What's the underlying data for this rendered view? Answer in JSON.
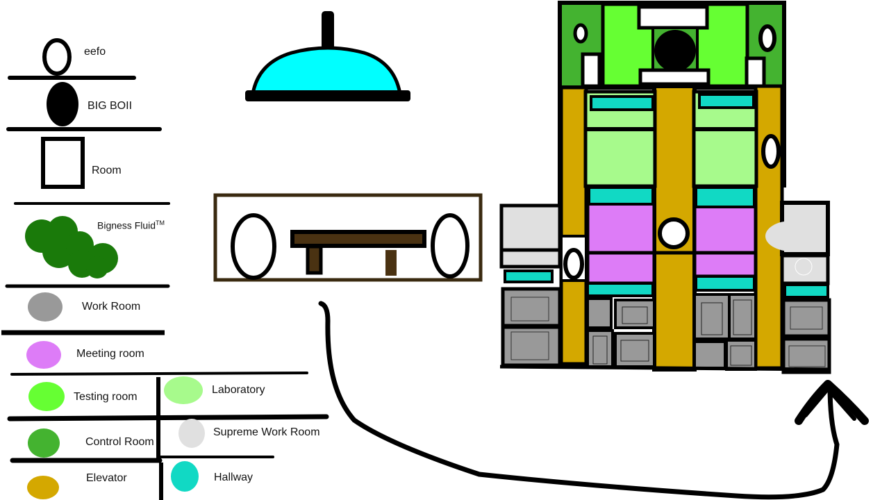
{
  "legend": {
    "eefo": "eefo",
    "big_boii": "BIG BOII",
    "room": "Room",
    "bigness_fluid": "Bigness Fluid",
    "bigness_fluid_tm": "TM",
    "work_room": "Work Room",
    "meeting_room": "Meeting room",
    "testing_room": "Testing room",
    "laboratory": "Laboratory",
    "control_room": "Control Room",
    "supreme_work_room": "Supreme Work Room",
    "elevator": "Elevator",
    "hallway": "Hallway"
  },
  "colors": {
    "bigness_fluid": "#1a7a0a",
    "work_room": "#999999",
    "meeting_room": "#dd7cf7",
    "testing_room": "#66ff33",
    "laboratory": "#a7fa8c",
    "control_room": "#44b330",
    "supreme_work_room": "#e0e0e0",
    "elevator": "#d4a800",
    "hallway": "#11d9c4",
    "dome": "#00ffff",
    "machine_frame": "#3a2a10"
  },
  "icons": {
    "dome": "dome-lamp-icon",
    "machine": "machine-side-view-icon",
    "arrow": "curved-arrow-icon"
  }
}
